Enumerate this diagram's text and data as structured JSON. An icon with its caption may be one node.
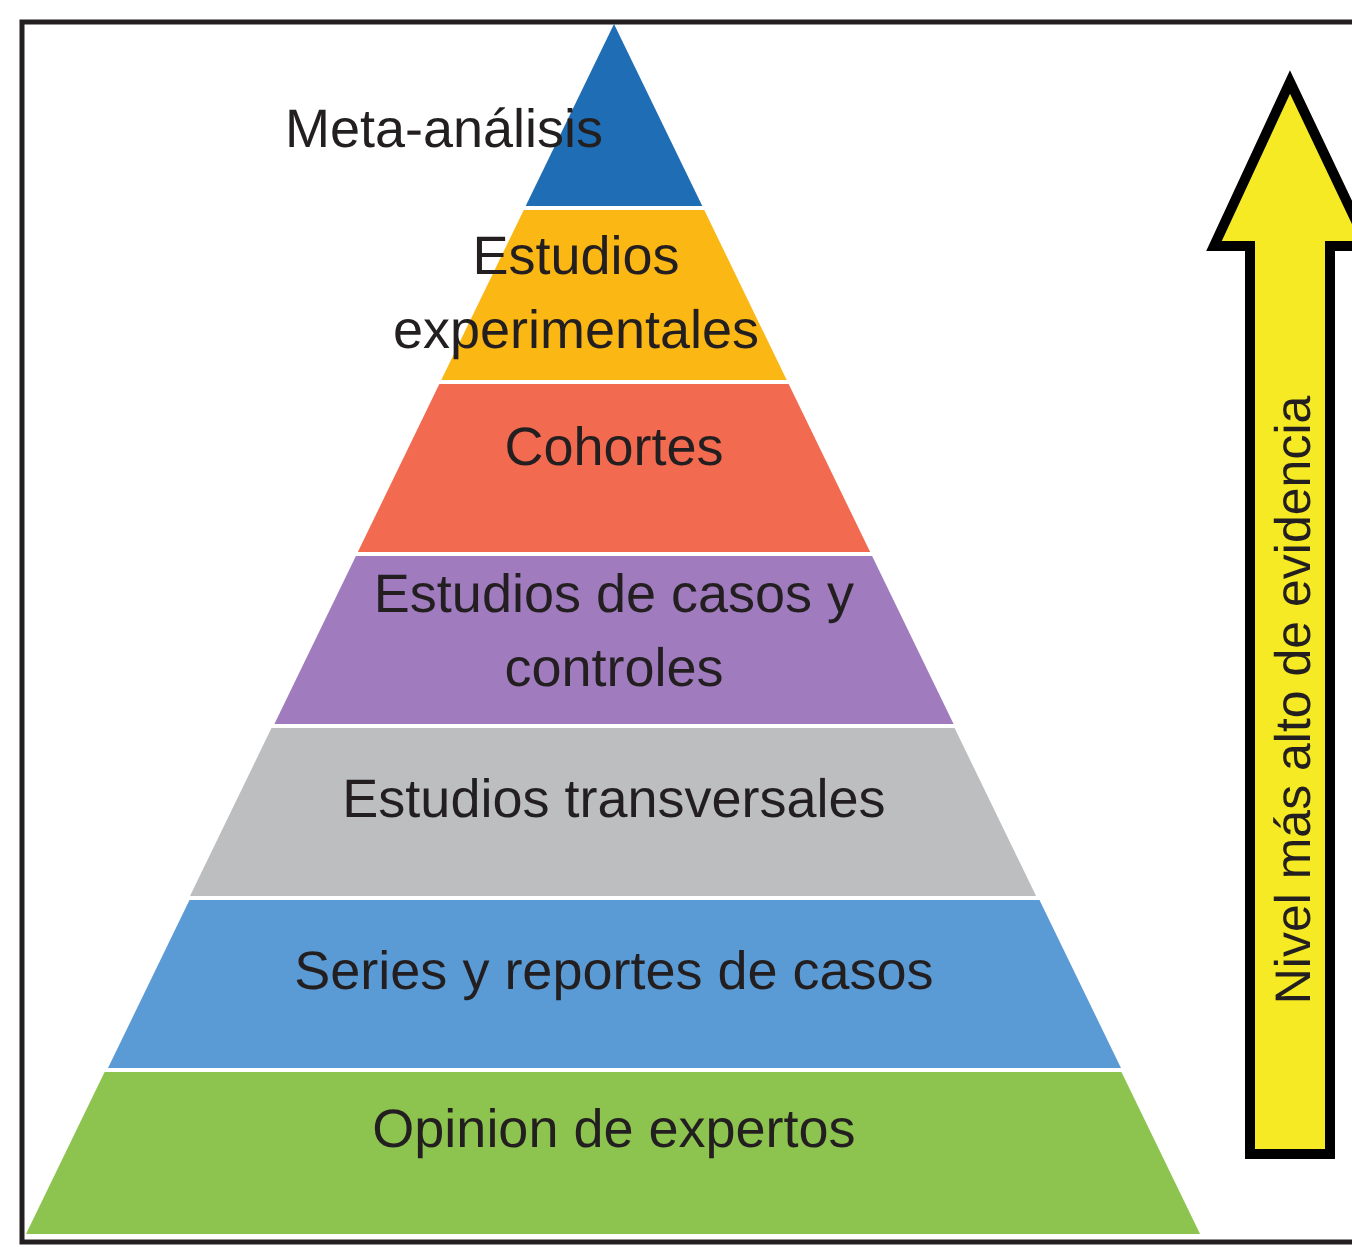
{
  "diagram": {
    "nodes": [
      {
        "text": [
          "Meta-análisis"
        ]
      },
      {
        "text": [
          "Estudios experimentales"
        ]
      },
      {
        "text": [
          "Cohortes"
        ]
      },
      {
        "text": [
          "Estudios de casos y controles"
        ]
      },
      {
        "text": [
          "Estudios transversales"
        ]
      },
      {
        "text": [
          "Series y reportes de casos"
        ]
      },
      {
        "text": [
          "Opinion de expertos"
        ]
      },
      {
        "text": [
          "Nivel más alto de evidencia"
        ]
      }
    ],
    "edges": []
  }
}
